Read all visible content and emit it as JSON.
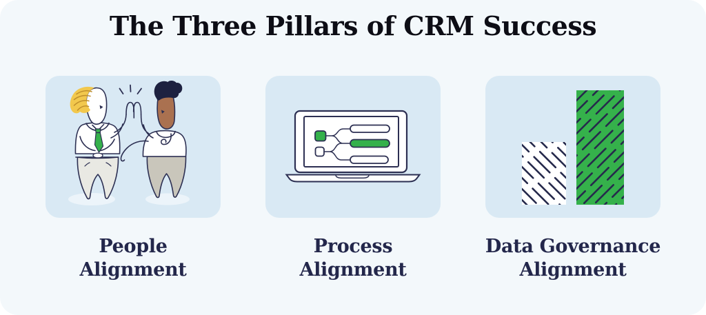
{
  "page": {
    "title": "The Three Pillars of CRM Success"
  },
  "pillars": [
    {
      "label_line1": "People",
      "label_line2": "Alignment",
      "illustration": "two-people-high-five"
    },
    {
      "label_line1": "Process",
      "label_line2": "Alignment",
      "illustration": "laptop-flowchart"
    },
    {
      "label_line1": "Data Governance",
      "label_line2": "Alignment",
      "illustration": "hatched-bar-chart"
    }
  ],
  "colors": {
    "page_background": "#f3f8fb",
    "card_background": "#d9e9f4",
    "accent_green": "#35b14b",
    "outline_navy": "#2c2f52",
    "label_navy": "#23274b",
    "title_black": "#0d0d15",
    "hair_yellow": "#f2c84d",
    "skin_brown": "#aa7150"
  }
}
